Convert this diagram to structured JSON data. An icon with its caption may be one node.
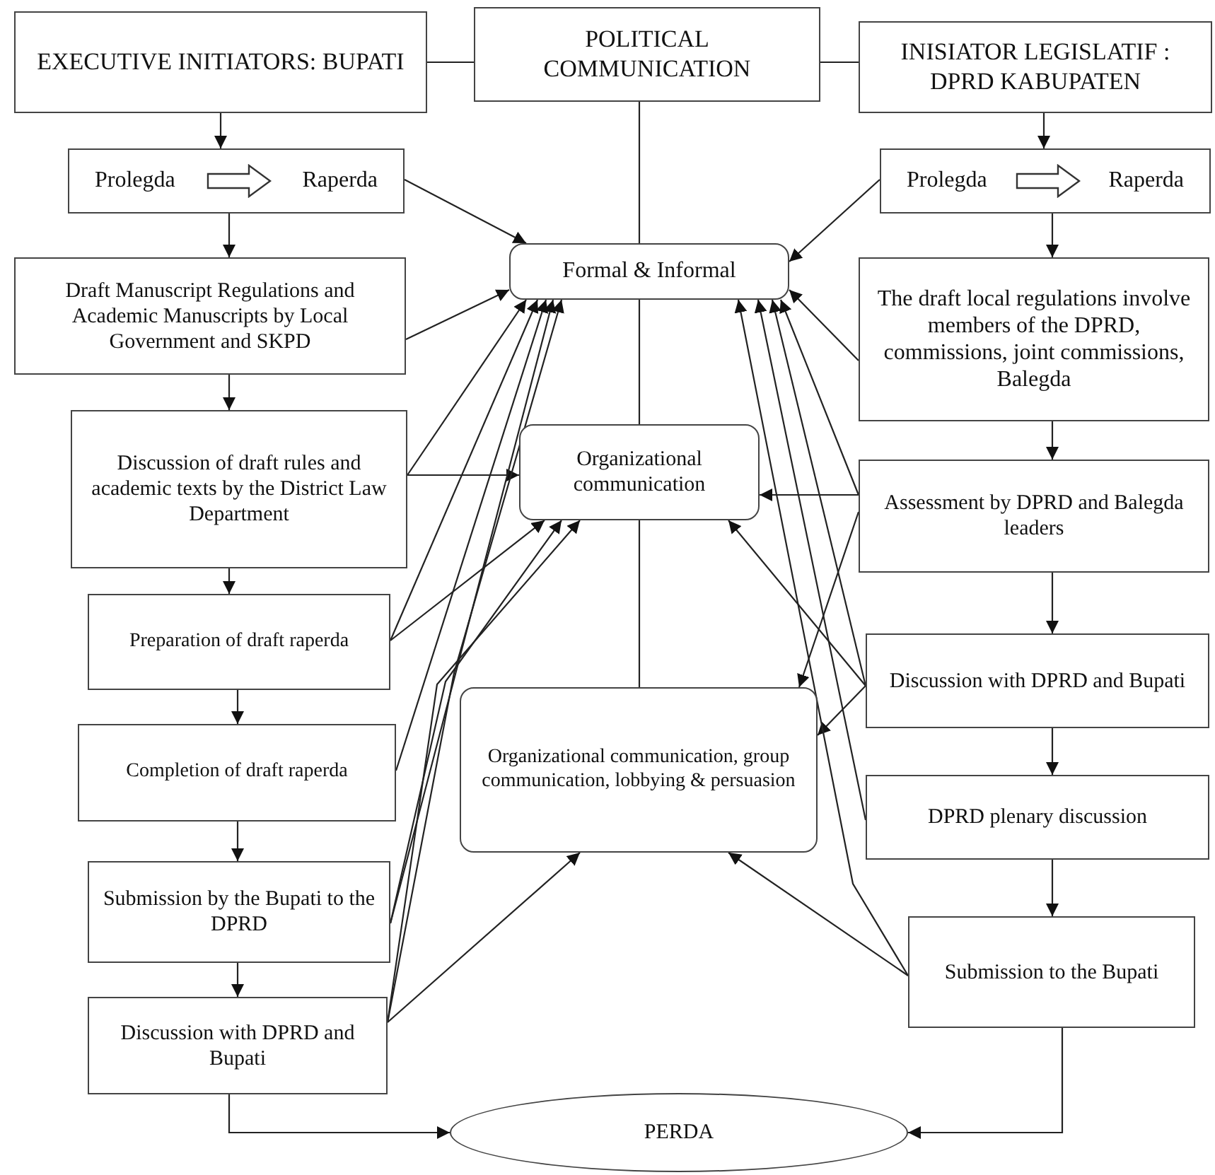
{
  "diagram": {
    "nodes": [
      {
        "text": [
          "EXECUTIVE INITIATORS: BUPATI"
        ]
      },
      {
        "text": [
          "POLITICAL COMMUNICATION"
        ]
      },
      {
        "text": [
          "INISIATOR LEGISLATIF : DPRD KABUPATEN"
        ]
      },
      {
        "text": [
          "Prolegda",
          "Raperda"
        ]
      },
      {
        "text": [
          "Formal & Informal"
        ]
      },
      {
        "text": [
          "Prolegda",
          "Raperda"
        ]
      },
      {
        "text": [
          "Draft Manuscript Regulations and Academic Manuscripts by Local Government and SKPD"
        ]
      },
      {
        "text": [
          "The draft local regulations involve members of the DPRD, commissions, joint commissions, Balegda"
        ]
      },
      {
        "text": [
          "Discussion of draft rules and academic texts by the District Law Department"
        ]
      },
      {
        "text": [
          "Organizational communication"
        ]
      },
      {
        "text": [
          "Assessment by DPRD and Balegda leaders"
        ]
      },
      {
        "text": [
          "Preparation of draft raperda"
        ]
      },
      {
        "text": [
          "Discussion with DPRD and Bupati"
        ]
      },
      {
        "text": [
          "Organizational communication, group communication, lobbying & persuasion"
        ]
      },
      {
        "text": [
          "Completion of draft raperda"
        ]
      },
      {
        "text": [
          "DPRD plenary discussion"
        ]
      },
      {
        "text": [
          "Submission by the Bupati to the DPRD"
        ]
      },
      {
        "text": [
          "Submission to the Bupati"
        ]
      },
      {
        "text": [
          "Discussion with DPRD and Bupati"
        ]
      },
      {
        "text": [
          "PERDA"
        ]
      }
    ],
    "edges": [
      {
        "from": 0,
        "to": 1,
        "arrow": "none"
      },
      {
        "from": 1,
        "to": 2,
        "arrow": "none"
      },
      {
        "from": 1,
        "to": 4,
        "arrow": "none"
      },
      {
        "from": 4,
        "to": 9,
        "arrow": "none"
      },
      {
        "from": 9,
        "to": 13,
        "arrow": "none"
      },
      {
        "from": 0,
        "to": 3,
        "arrow": "to"
      },
      {
        "from": 3,
        "to": 6,
        "arrow": "to"
      },
      {
        "from": 6,
        "to": 8,
        "arrow": "to"
      },
      {
        "from": 8,
        "to": 11,
        "arrow": "to"
      },
      {
        "from": 11,
        "to": 14,
        "arrow": "to"
      },
      {
        "from": 14,
        "to": 16,
        "arrow": "to"
      },
      {
        "from": 16,
        "to": 18,
        "arrow": "to"
      },
      {
        "from": 18,
        "to": 19,
        "arrow": "to"
      },
      {
        "from": 2,
        "to": 5,
        "arrow": "to"
      },
      {
        "from": 5,
        "to": 7,
        "arrow": "to"
      },
      {
        "from": 7,
        "to": 10,
        "arrow": "to"
      },
      {
        "from": 10,
        "to": 12,
        "arrow": "to"
      },
      {
        "from": 12,
        "to": 15,
        "arrow": "to"
      },
      {
        "from": 15,
        "to": 17,
        "arrow": "to"
      },
      {
        "from": 17,
        "to": 19,
        "arrow": "to"
      },
      {
        "from": 3,
        "to": 4,
        "arrow": "to"
      },
      {
        "from": 6,
        "to": 4,
        "arrow": "to"
      },
      {
        "from": 8,
        "to": 4,
        "arrow": "to"
      },
      {
        "from": 8,
        "to": 9,
        "arrow": "to"
      },
      {
        "from": 11,
        "to": 4,
        "arrow": "to"
      },
      {
        "from": 11,
        "to": 9,
        "arrow": "to"
      },
      {
        "from": 14,
        "to": 4,
        "arrow": "to"
      },
      {
        "from": 16,
        "to": 4,
        "arrow": "to"
      },
      {
        "from": 16,
        "to": 9,
        "arrow": "to"
      },
      {
        "from": 18,
        "to": 4,
        "arrow": "to"
      },
      {
        "from": 18,
        "to": 9,
        "arrow": "to"
      },
      {
        "from": 18,
        "to": 13,
        "arrow": "to"
      },
      {
        "from": 5,
        "to": 4,
        "arrow": "to"
      },
      {
        "from": 7,
        "to": 4,
        "arrow": "to"
      },
      {
        "from": 10,
        "to": 4,
        "arrow": "to"
      },
      {
        "from": 10,
        "to": 9,
        "arrow": "to"
      },
      {
        "from": 10,
        "to": 13,
        "arrow": "to"
      },
      {
        "from": 12,
        "to": 4,
        "arrow": "to"
      },
      {
        "from": 12,
        "to": 9,
        "arrow": "to"
      },
      {
        "from": 12,
        "to": 13,
        "arrow": "to"
      },
      {
        "from": 15,
        "to": 4,
        "arrow": "to"
      },
      {
        "from": 17,
        "to": 4,
        "arrow": "to"
      },
      {
        "from": 17,
        "to": 13,
        "arrow": "to"
      }
    ]
  }
}
